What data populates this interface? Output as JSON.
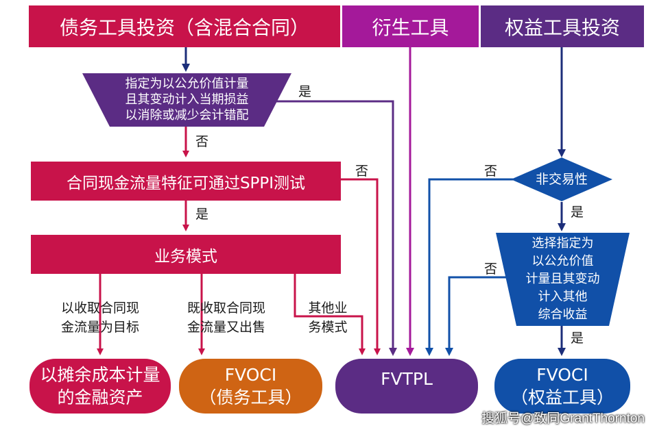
{
  "headers": {
    "debt": "债务工具投资（含混合合同）",
    "derivative": "衍生工具",
    "equity": "权益工具投资"
  },
  "nodes": {
    "designate_fvtpl": [
      "指定为以公允价值计量",
      "且其变动计入当期损益",
      "以消除或减少会计错配"
    ],
    "sppi_test": "合同现金流量特征可通过SPPI测试",
    "business_model": "业务模式",
    "non_trading": "非交易性",
    "designate_fvoci": [
      "选择指定为",
      "以公允价值",
      "计量且其变动",
      "计入其他",
      "综合收益"
    ]
  },
  "outcomes": {
    "amortized_cost": [
      "以摊余成本计量",
      "的金融资产"
    ],
    "fvoci_debt": [
      "FVOCI",
      "（债务工具）"
    ],
    "fvtpl": "FVTPL",
    "fvoci_equity": [
      "FVOCI",
      "（权益工具）"
    ]
  },
  "labels": {
    "yes": "是",
    "no": "否",
    "collect": [
      "以收取合同现",
      "金流量为目标"
    ],
    "collect_and_sell": [
      "既收取合同现",
      "金流量又出售"
    ],
    "other": [
      "其他业",
      "务模式"
    ]
  },
  "watermark": "搜狐号@致同GrantThornton",
  "colors": {
    "crimson": "#c8134a",
    "magenta": "#a4199a",
    "purple": "#5b2c84",
    "blue": "#1150a8",
    "orange": "#cf6414",
    "arrow_crimson": "#c8134a",
    "arrow_navy": "#1c2e7a",
    "arrow_purple": "#5b2c84",
    "arrow_magenta": "#a4199a",
    "arrow_blue": "#1150a8"
  }
}
